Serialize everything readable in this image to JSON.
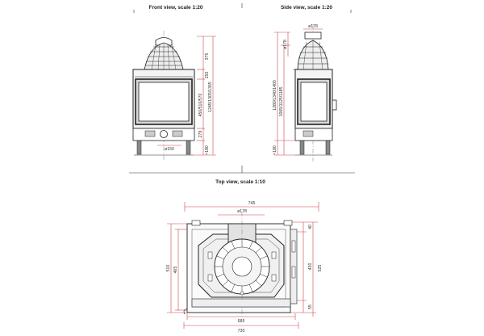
{
  "titles": {
    "front": "Front view, scale 1:20",
    "side": "Side view, scale 1:20",
    "top": "Top view, scale 1:10"
  },
  "front_dims": {
    "d375": "375",
    "d150": "150",
    "d450": "450/510/570",
    "d1245": "1245/1305/1365",
    "d279": "279",
    "d180": "≈180",
    "d150dia": "ø150"
  },
  "side_dims": {
    "d178dia": "ø178",
    "d178dia_v": "ø178",
    "d1280": "1280/1340/1400",
    "d1065": "1065/1125/1185",
    "d180": "≈180"
  },
  "top_dims": {
    "d745": "745",
    "d178dia": "ø178",
    "d510": "510",
    "d465": "465",
    "d40": "40",
    "d430": "430",
    "d525": "525",
    "d55": "55",
    "d685": "685",
    "d730": "730"
  },
  "colors": {
    "dimension_line": "#c9464a",
    "outline": "#1a1a1a",
    "axis": "#555555"
  }
}
